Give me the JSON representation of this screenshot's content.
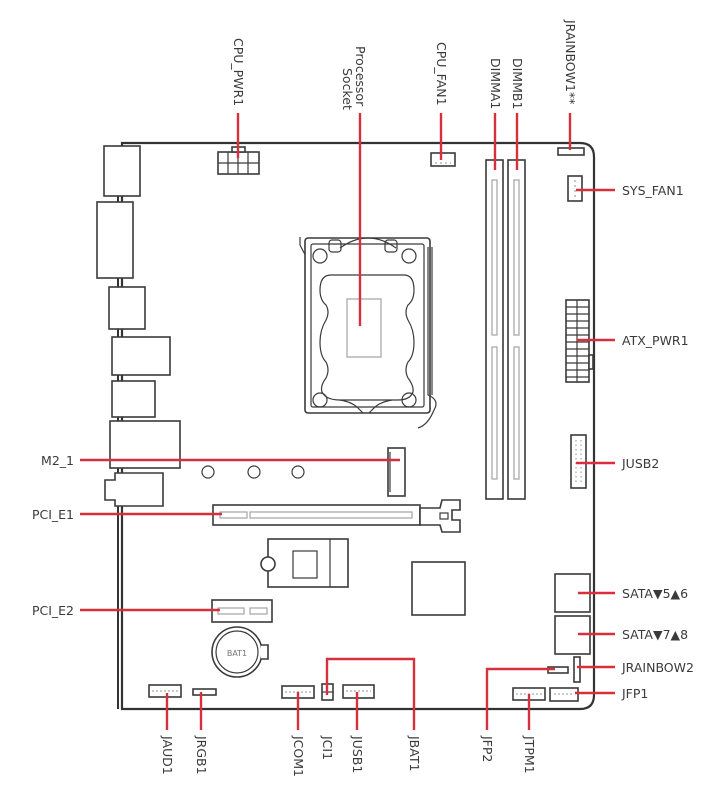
{
  "diagram": {
    "title": "Motherboard connector layout",
    "accent_color": "#d6303c",
    "labels": {
      "cpu_pwr1": "CPU_PWR1",
      "processor_socket_line1": "Processor",
      "processor_socket_line2": "Socket",
      "cpu_fan1": "CPU_FAN1",
      "dimma1": "DIMMA1",
      "dimmb1": "DIMMB1",
      "jrainbow1": "JRAINBOW1**",
      "sys_fan1": "SYS_FAN1",
      "atx_pwr1": "ATX_PWR1",
      "jusb2": "JUSB2",
      "sata56": "SATA▼5▲6",
      "sata78": "SATA▼7▲8",
      "jrainbow2": "JRAINBOW2",
      "jfp1": "JFP1",
      "m2_1": "M2_1",
      "pci_e1": "PCI_E1",
      "pci_e2": "PCI_E2",
      "jaud1": "JAUD1",
      "jrgb1": "JRGB1",
      "jcom1": "JCOM1",
      "jci1": "JCI1",
      "jusb1": "JUSB1",
      "jbat1": "JBAT1",
      "jfp2": "JFP2",
      "jtpm1": "JTPM1",
      "bat1": "BAT1"
    }
  }
}
